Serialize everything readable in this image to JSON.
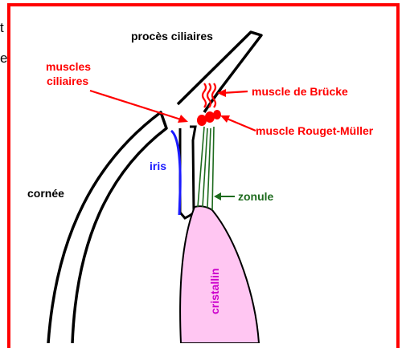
{
  "edge_fragments": [
    "t",
    "e"
  ],
  "labels": {
    "proces_ciliaires": "procès ciliaires",
    "muscles_ciliaires_1": "muscles",
    "muscles_ciliaires_2": "ciliaires",
    "muscle_brucke": "muscle de Brücke",
    "muscle_rouget": "muscle Rouget-Müller",
    "iris": "iris",
    "cornee": "cornée",
    "zonule": "zonule",
    "cristallin": "cristallin"
  },
  "colors": {
    "frame": "#ff0000",
    "outline": "#000000",
    "muscle": "#ff0000",
    "iris": "#1a1aff",
    "zonule": "#1e6b1e",
    "lens_fill": "#ffc6f2",
    "lens_text": "#cc00cc"
  }
}
